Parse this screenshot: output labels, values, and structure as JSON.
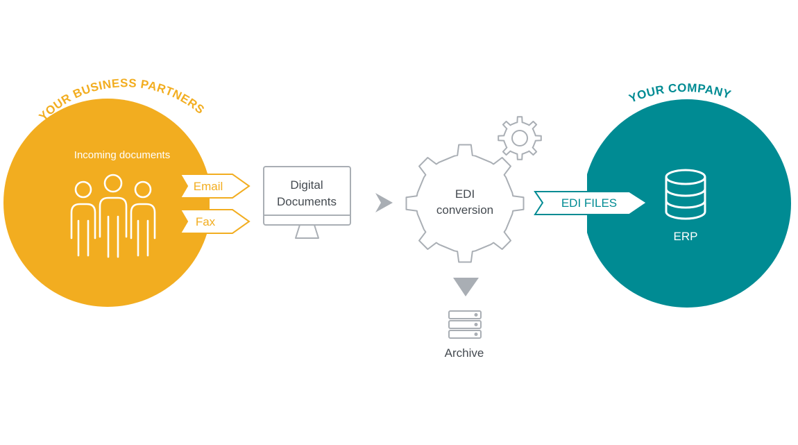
{
  "partners": {
    "heading": "YOUR BUSINESS PARTNERS",
    "incoming_label": "Incoming documents",
    "channels": [
      "Email",
      "Fax"
    ]
  },
  "digital": {
    "line1": "Digital",
    "line2": "Documents"
  },
  "conversion": {
    "line1": "EDI",
    "line2": "conversion"
  },
  "edi_files": {
    "label": "EDI FILES"
  },
  "company": {
    "heading": "YOUR COMPANY",
    "erp_label": "ERP"
  },
  "archive": {
    "label": "Archive"
  },
  "colors": {
    "partner": "#f2ad20",
    "company": "#008b93",
    "gray": "#a9aeb4",
    "text": "#444a50",
    "white": "#ffffff"
  }
}
